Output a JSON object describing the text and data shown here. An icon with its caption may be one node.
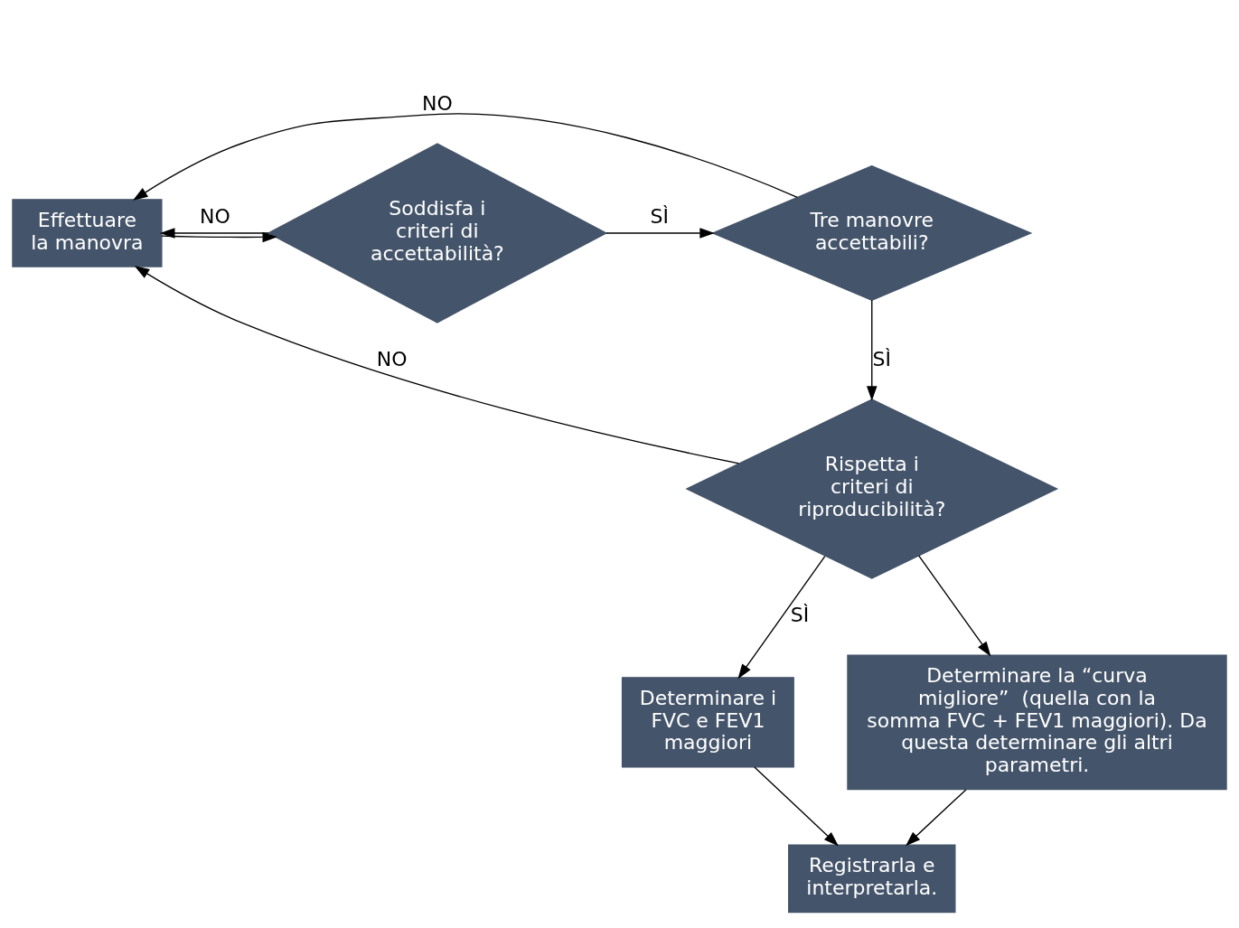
{
  "diagram": {
    "nodes": [
      {
        "text": [
          "Effettuare la manovra"
        ]
      },
      {
        "text": [
          "Soddisfa i criteri di accettabilità?"
        ]
      },
      {
        "text": [
          "Tre manovre accettabili?"
        ]
      },
      {
        "text": [
          "Rispetta i criteri di riproducibilità?"
        ]
      },
      {
        "text": [
          "Determinare i FVC e FEV1 maggiori"
        ]
      },
      {
        "text": [
          "Determinare la “curva migliore”  (quella con la somma FVC + FEV1 maggiori). Da questa determinare gli altri parametri."
        ]
      },
      {
        "text": [
          "Registrarla e interpretarla."
        ]
      }
    ],
    "edges": [
      {
        "from": 0,
        "to": 1,
        "arrow": "to"
      },
      {
        "from": 1,
        "to": 2,
        "arrow": "to",
        "label": "SÌ"
      },
      {
        "from": 2,
        "to": 3,
        "arrow": "to",
        "label": "SÌ"
      },
      {
        "from": 1,
        "to": 0,
        "arrow": "to",
        "label": "NO"
      },
      {
        "from": 2,
        "to": 0,
        "arrow": "to",
        "label": "NO"
      },
      {
        "from": 3,
        "to": 0,
        "arrow": "to",
        "label": "NO"
      },
      {
        "from": 3,
        "to": 4,
        "arrow": "to",
        "label": "SÌ"
      },
      {
        "from": 3,
        "to": 5,
        "arrow": "to"
      },
      {
        "from": 4,
        "to": 6,
        "arrow": "to"
      },
      {
        "from": 5,
        "to": 6,
        "arrow": "to"
      }
    ]
  }
}
